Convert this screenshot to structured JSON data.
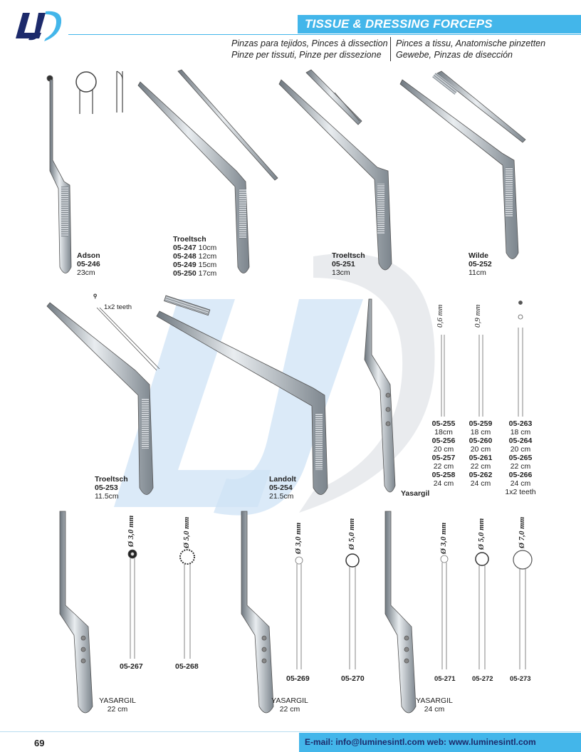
{
  "brand": {
    "logo_text": "LJ"
  },
  "header": {
    "title": "TISSUE & DRESSING FORCEPS",
    "subtitle_left_1": "Pinzas para tejidos, Pinces à dissection",
    "subtitle_left_2": "Pinze per tissuti, Pinze per dissezione",
    "subtitle_right_1": "Pinces a tissu, Anatomische pinzetten",
    "subtitle_right_2": "Gewebe, Pinzas de disección"
  },
  "products": {
    "adson": {
      "name": "Adson",
      "code": "05-246",
      "size": "23cm"
    },
    "troeltsch_a": {
      "name": "Troeltsch",
      "rows": [
        {
          "code": "05-247",
          "size": "10cm"
        },
        {
          "code": "05-248",
          "size": "12cm"
        },
        {
          "code": "05-249",
          "size": "15cm"
        },
        {
          "code": "05-250",
          "size": "17cm"
        }
      ]
    },
    "troeltsch_b": {
      "name": "Troeltsch",
      "code": "05-251",
      "size": "13cm"
    },
    "wilde": {
      "name": "Wilde",
      "code": "05-252",
      "size": "11cm"
    },
    "troeltsch_c": {
      "name": "Troeltsch",
      "code": "05-253",
      "size": "11.5cm",
      "teeth_note": "1x2 teeth"
    },
    "landolt": {
      "name": "Landolt",
      "code": "05-254",
      "size": "21.5cm"
    },
    "yasargil_fine": {
      "name": "Yasargil",
      "col1": {
        "tip": "0,6 mm",
        "rows": [
          {
            "code": "05-255",
            "size": "18cm"
          },
          {
            "code": "05-256",
            "size": "20 cm"
          },
          {
            "code": "05-257",
            "size": "22 cm"
          },
          {
            "code": "05-258",
            "size": "24 cm"
          }
        ]
      },
      "col2": {
        "tip": "0,9 mm",
        "rows": [
          {
            "code": "05-259",
            "size": "18 cm"
          },
          {
            "code": "05-260",
            "size": "20 cm"
          },
          {
            "code": "05-261",
            "size": "22 cm"
          },
          {
            "code": "05-262",
            "size": "24 cm"
          }
        ]
      },
      "col3": {
        "rows": [
          {
            "code": "05-263",
            "size": "18 cm"
          },
          {
            "code": "05-264",
            "size": "20 cm"
          },
          {
            "code": "05-265",
            "size": "22 cm"
          },
          {
            "code": "05-266",
            "size": "24 cm"
          }
        ],
        "note": "1x2 teeth"
      }
    },
    "yasargil_22a": {
      "name": "YASARGIL",
      "size": "22 cm",
      "tips": [
        {
          "dia": "Ø 3,0 mm",
          "code": "05-267"
        },
        {
          "dia": "Ø 5,0 mm",
          "code": "05-268"
        }
      ]
    },
    "yasargil_22b": {
      "name": "YASARGIL",
      "size": "22 cm",
      "tips": [
        {
          "dia": "Ø 3,0 mm",
          "code": "05-269"
        },
        {
          "dia": "Ø 5,0 mm",
          "code": "05-270"
        }
      ]
    },
    "yasargil_24": {
      "name": "YASARGIL",
      "size": "24 cm",
      "tips": [
        {
          "dia": "Ø 3,0 mm",
          "code": "05-271"
        },
        {
          "dia": "Ø 5,0 mm",
          "code": "05-272"
        },
        {
          "dia": "Ø 7,0 mm",
          "code": "05-273"
        }
      ]
    }
  },
  "footer": {
    "page_number": "69",
    "contact": "E-mail: info@luminesintl.com  web: www.luminesintl.com"
  },
  "colors": {
    "accent": "#43b6ea",
    "navy": "#1c2a6b",
    "steel": "#9aa3ab",
    "watermark_blue": "#cfe3f6",
    "watermark_grey": "#e3e6ea"
  }
}
